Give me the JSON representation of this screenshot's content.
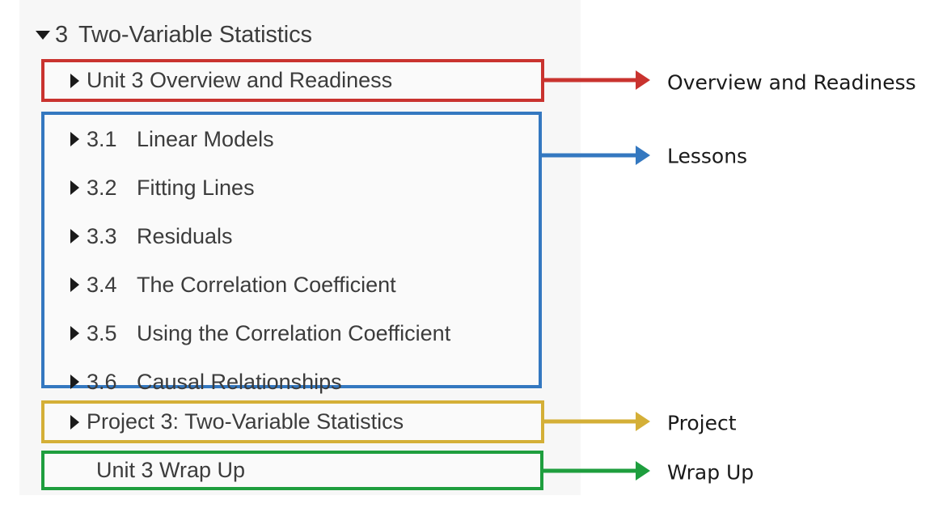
{
  "unit": {
    "number": "3",
    "title": "Two-Variable Statistics",
    "expanded_icon": "caret-down-icon"
  },
  "colors": {
    "overview": "#c9332f",
    "lessons": "#3478c0",
    "project": "#d4af37",
    "wrapup": "#1e9e3e",
    "panel_background": "#f7f7f7",
    "row_background": "#fafafa",
    "text": "#3c3c3c",
    "caption_text": "#1a1a1a"
  },
  "groups": {
    "overview": {
      "caption": "Overview and Readiness",
      "rows": [
        {
          "number": "",
          "label": "Unit 3 Overview and Readiness",
          "has_caret": true
        }
      ]
    },
    "lessons": {
      "caption": "Lessons",
      "rows": [
        {
          "number": "3.1",
          "label": "Linear Models",
          "has_caret": true
        },
        {
          "number": "3.2",
          "label": "Fitting Lines",
          "has_caret": true
        },
        {
          "number": "3.3",
          "label": "Residuals",
          "has_caret": true
        },
        {
          "number": "3.4",
          "label": "The Correlation Coefficient",
          "has_caret": true
        },
        {
          "number": "3.5",
          "label": "Using the Correlation Coefficient",
          "has_caret": true
        },
        {
          "number": "3.6",
          "label": "Causal Relationships",
          "has_caret": true
        }
      ]
    },
    "project": {
      "caption": "Project",
      "rows": [
        {
          "number": "",
          "label": "Project 3: Two-Variable Statistics",
          "has_caret": true
        }
      ]
    },
    "wrapup": {
      "caption": "Wrap Up",
      "rows": [
        {
          "number": "",
          "label": "Unit 3 Wrap Up",
          "has_caret": false
        }
      ]
    }
  }
}
